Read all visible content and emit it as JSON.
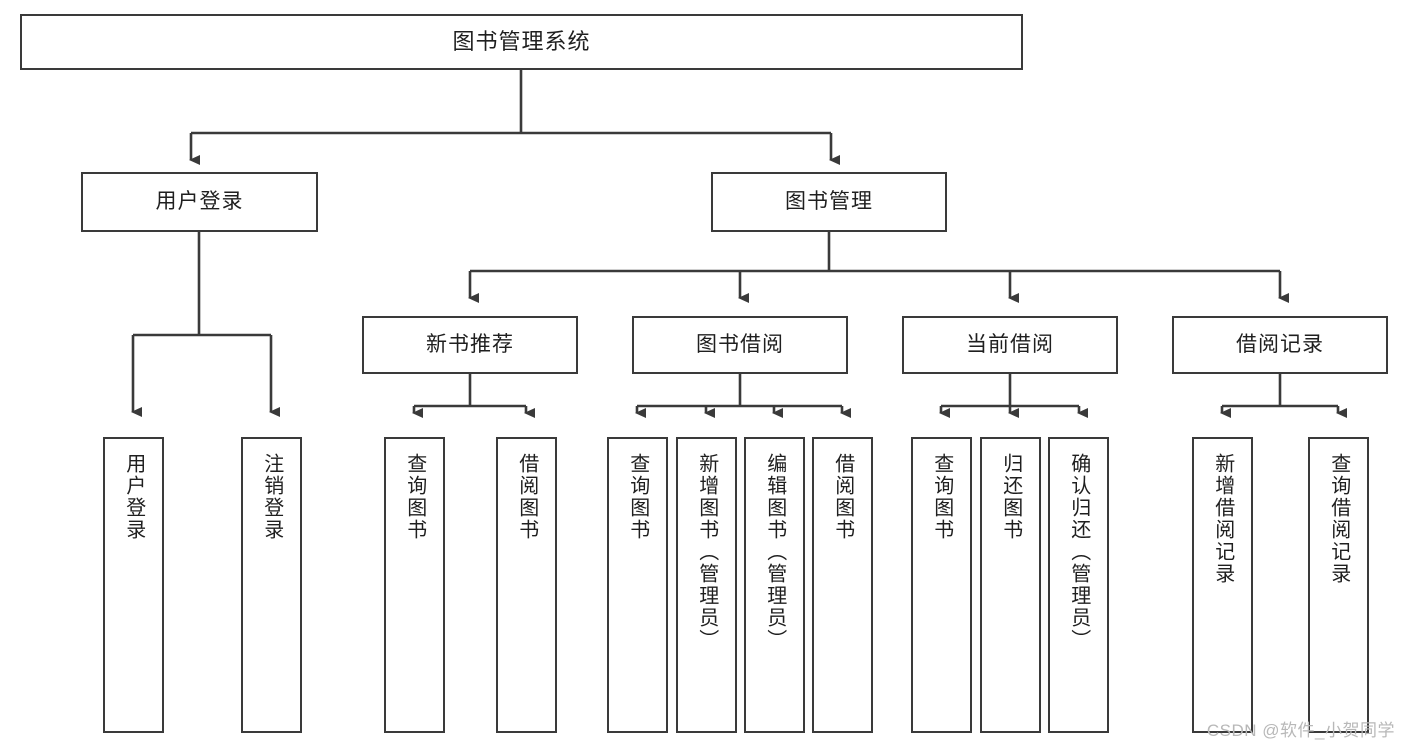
{
  "diagram": {
    "title": "图书管理系统",
    "watermark": "CSDN @软件_小贺同学",
    "type": "tree-hierarchy",
    "root": {
      "label": "图书管理系统"
    },
    "level2": [
      {
        "label": "用户登录"
      },
      {
        "label": "图书管理"
      }
    ],
    "level3": [
      {
        "label": "新书推荐"
      },
      {
        "label": "图书借阅"
      },
      {
        "label": "当前借阅"
      },
      {
        "label": "借阅记录"
      }
    ],
    "leaves": {
      "user_login": [
        {
          "label": "用户登录"
        },
        {
          "label": "注销登录"
        }
      ],
      "new_book": [
        {
          "label": "查询图书"
        },
        {
          "label": "借阅图书"
        }
      ],
      "book_borrow": [
        {
          "label": "查询图书"
        },
        {
          "label": "新增图书（管理员）"
        },
        {
          "label": "编辑图书（管理员）"
        },
        {
          "label": "借阅图书"
        }
      ],
      "current_borrow": [
        {
          "label": "查询图书"
        },
        {
          "label": "归还图书"
        },
        {
          "label": "确认归还（管理员）"
        }
      ],
      "borrow_record": [
        {
          "label": "新增借阅记录"
        },
        {
          "label": "查询借阅记录"
        }
      ]
    },
    "colors": {
      "stroke": "#3a3a3a",
      "text": "#1f1f1f",
      "background": "#ffffff",
      "watermark": "#b8b8b8"
    }
  }
}
